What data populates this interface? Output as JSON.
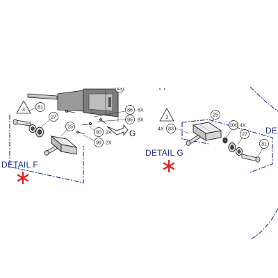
{
  "details": [
    {
      "id": "F",
      "label": "DETAIL F",
      "triangle": "3",
      "balloons": [
        "81",
        "27",
        "25"
      ]
    },
    {
      "id": "G",
      "label": "DETAIL G",
      "triangle": "3",
      "triangle_qty": "4X",
      "balloons": [
        "83",
        "25",
        "100",
        "27",
        "81"
      ],
      "qty": "4X"
    }
  ],
  "assembly": {
    "view_letter": "G",
    "partial_balloon": "43",
    "callouts": [
      {
        "balloon": "86",
        "qty": "8X"
      },
      {
        "balloon": "95",
        "qty": "8X"
      },
      {
        "balloon": "90",
        "qty": "2X"
      },
      {
        "balloon": "99",
        "qty": "2X"
      }
    ]
  },
  "partial_label": "DE",
  "colors": {
    "outline": "#1f2f8a",
    "star": "#e02020",
    "line": "#222222",
    "panel": "#8c8c8c"
  }
}
